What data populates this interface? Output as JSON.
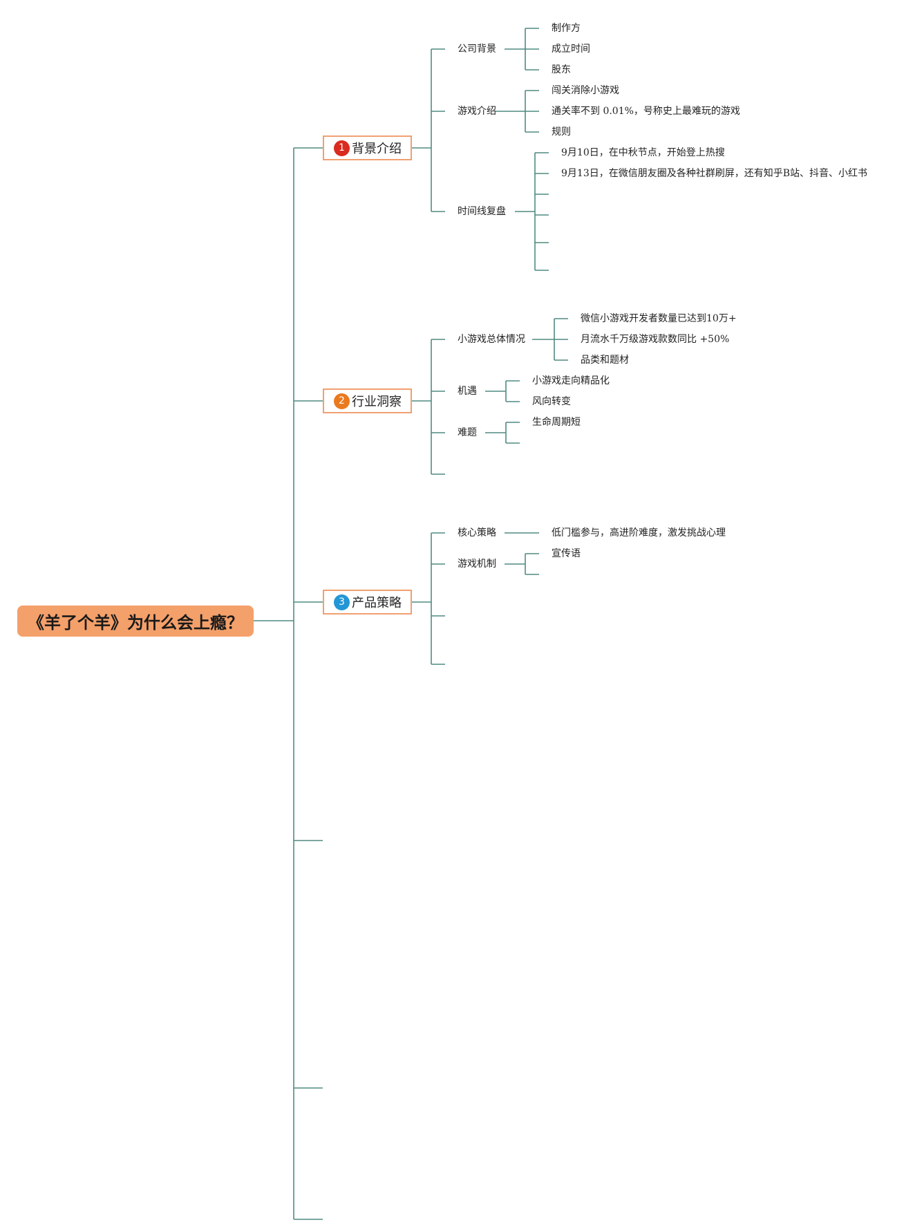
{
  "colors": {
    "connector": "#4f8a80",
    "root_fill": "#f4a06a",
    "section_border": "#f0a070",
    "badge_1": "#d92b1f",
    "badge_2": "#ea7a1f",
    "badge_3": "#2396d6"
  },
  "root": {
    "title": "《羊了个羊》为什么会上瘾？"
  },
  "sections": [
    {
      "badge": "1",
      "title": "背景介绍",
      "topics": [
        {
          "label": "公司背景",
          "children": [
            "制作方",
            "成立时间",
            "股东"
          ]
        },
        {
          "label": "游戏介绍",
          "children": [
            "闯关消除小游戏",
            "通关率不到 0.01%，号称史上最难玩的游戏",
            "规则"
          ]
        },
        {
          "label": "时间线复盘",
          "children": [
            "9月10日，在中秋节点，开始登上热搜",
            "9月13日，在微信朋友圈及各种社群刷屏，还有知乎B站、抖音、小红书",
            "",
            "",
            "",
            ""
          ]
        }
      ]
    },
    {
      "badge": "2",
      "title": "行业洞察",
      "topics": [
        {
          "label": "小游戏总体情况",
          "children": [
            "微信小游戏开发者数量已达到10万+",
            "月流水千万级游戏款数同比 +50%",
            "品类和题材"
          ]
        },
        {
          "label": "机遇",
          "children": [
            "小游戏走向精品化",
            "风向转变"
          ]
        },
        {
          "label": "难题",
          "children": [
            "生命周期短",
            ""
          ]
        },
        {
          "label": "",
          "children": []
        }
      ]
    },
    {
      "badge": "3",
      "title": "产品策略",
      "topics": [
        {
          "label": "核心策略",
          "children": [
            "低门槛参与，高进阶难度，激发挑战心理"
          ]
        },
        {
          "label": "游戏机制",
          "children": [
            "宣传语",
            ""
          ]
        },
        {
          "label": "",
          "children": []
        },
        {
          "label": "",
          "children": []
        }
      ]
    },
    {
      "badge": "",
      "title": "",
      "topics": []
    },
    {
      "badge": "",
      "title": "",
      "topics": []
    },
    {
      "badge": "",
      "title": "",
      "topics": []
    }
  ]
}
